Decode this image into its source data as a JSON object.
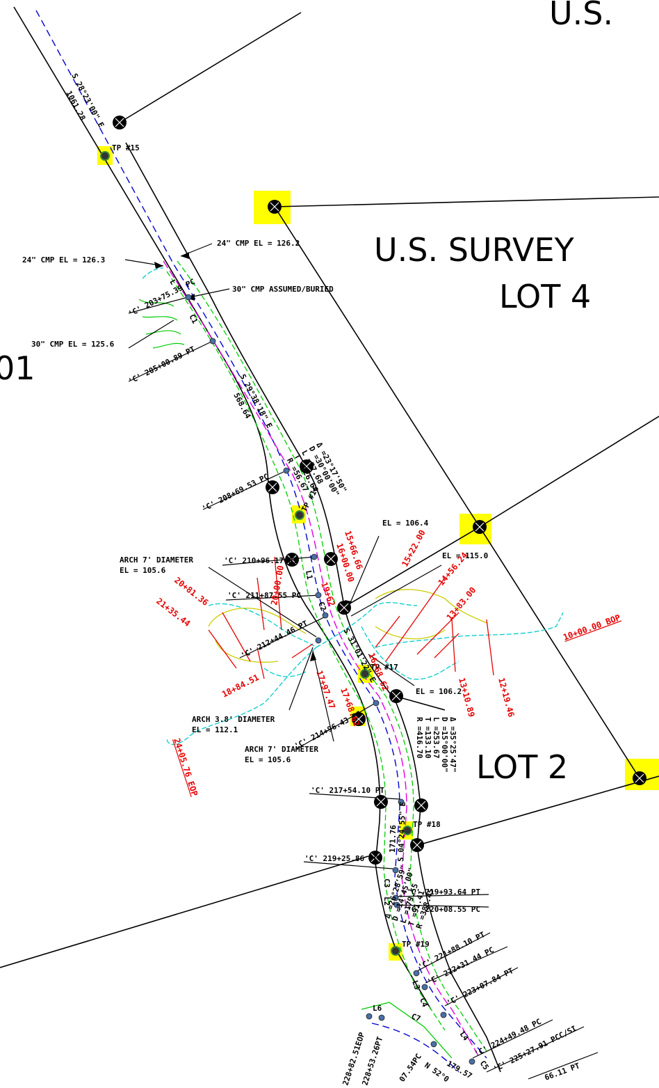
{
  "colors": {
    "boundary": "#000000",
    "centerline": "#0000cc",
    "edge_green": "#00cc00",
    "edge_magenta": "#e000e0",
    "contour_cyan": "#00cccc",
    "contour_yellow": "#dddd00",
    "station_red": "#e60000",
    "highlight": "#ffff00",
    "node": "#4a6fa5"
  },
  "lot_labels": {
    "us_top": "U.S.",
    "us_survey": "U.S. SURVEY",
    "lot4": "LOT 4",
    "lot2": "LOT 2",
    "left_partial": "01"
  },
  "bearings": {
    "b1": "S 28°23'00\" E",
    "b1_len": "1061.28",
    "b2": "S 29°38'18\" E",
    "b2_len": "568.64",
    "b3": "S 31°01'22\" E",
    "b4": "S 04°24'55\" E",
    "b4_len": "171.76"
  },
  "culverts": {
    "c1": "24\" CMP EL = 126.3",
    "c2": "24\" CMP EL = 126.2",
    "c3": "30\" CMP ASSUMED/BURIED",
    "c4": "30\" CMP EL = 125.6",
    "arch1a": "ARCH 7' DIAMETER",
    "arch1b": "EL = 105.6",
    "arch2a": "ARCH 3.8' DIAMETER",
    "arch2b": "EL = 112.1",
    "arch3a": "ARCH 7' DIAMETER",
    "arch3b": "EL = 105.6",
    "el1": "EL = 106.4",
    "el2": "EL = 115.0",
    "el3": "EL = 106.2"
  },
  "traverse_points": {
    "tp15": "TP #15",
    "tp16": "TP #16",
    "tp17": "TP #17",
    "tp18": "TP #18",
    "tp19": "TP #19"
  },
  "stations_black": {
    "s1": "'C' 203+75.39 PC",
    "s2": "'C' 205+00.89 PT",
    "s3": "'C' 208+69.53 PC",
    "s4": "'C' 210+96.17 PT",
    "s5": "'C' 211+87.55 PC",
    "s6": "'C' 212+44.46 PT",
    "s7": "'C' 214+96.43 PC",
    "s8": "'C' 217+54.10 PT",
    "s9": "'C' 219+25.86 PC",
    "s10": "'C' 219+93.64 PT",
    "s11": "'C' 220+08.55 PC",
    "s12": "'C' 221+88.10 PT",
    "s13": "'C' 222+31.44 PC",
    "s14": "'C' 223+07.84 PT",
    "s15": "'C' 224+49.48 PC",
    "s16": "'C' 225+27.91 PCC/SI",
    "s17": "66.11 PT",
    "s18": "228+82.51EOP",
    "s19": "228+53.26PT",
    "s20": "07.54PC",
    "s21": "179.57",
    "s22": "N 52°0"
  },
  "stations_red": {
    "r1": "10+00.00 BOP",
    "r2": "12+19.46",
    "r3": "13+10.89",
    "r4": "13+83.00",
    "r5": "14+56.24",
    "r6": "15+22.00",
    "r7": "15+66.66",
    "r8": "16+00.00",
    "r9": "16+68.62",
    "r10": "17+97.47",
    "r11": "18+84.51",
    "r12": "20+00.00",
    "r13": "20+81.36",
    "r14": "21+35.44",
    "r15": "24+05.76 EOP",
    "r16": "17+68.62",
    "r17": "19+62"
  },
  "curves": {
    "c2_delta": "Δ =23°17'50\"",
    "c2_dc": "D =30°00'00\"",
    "c2_l": "L =77.68",
    "c2_t": "T =126.64",
    "c2_r": "R =56.67",
    "c5_delta": "Δ =35°25'47\"",
    "c5_dc": "D =15°00'00\"",
    "c5_l": "L =253.67",
    "c5_t": "T =133.10",
    "c5_r": "R =416.70",
    "c3_delta": "Δ =26°28'59\"",
    "c3_dc": "D =14°45'00\"",
    "c3_l": "L =179.55",
    "c3_t": "T =91.41",
    "c3_r": "R =388.45"
  },
  "curve_ids": {
    "l1": "L1",
    "c1": "C1",
    "c2": "C2",
    "l2": "L2",
    "c3": "C3",
    "l3": "L3",
    "c4": "C4",
    "l4": "L4",
    "c5": "C5",
    "l6": "L6",
    "c7": "C7",
    "lc": "L"
  }
}
